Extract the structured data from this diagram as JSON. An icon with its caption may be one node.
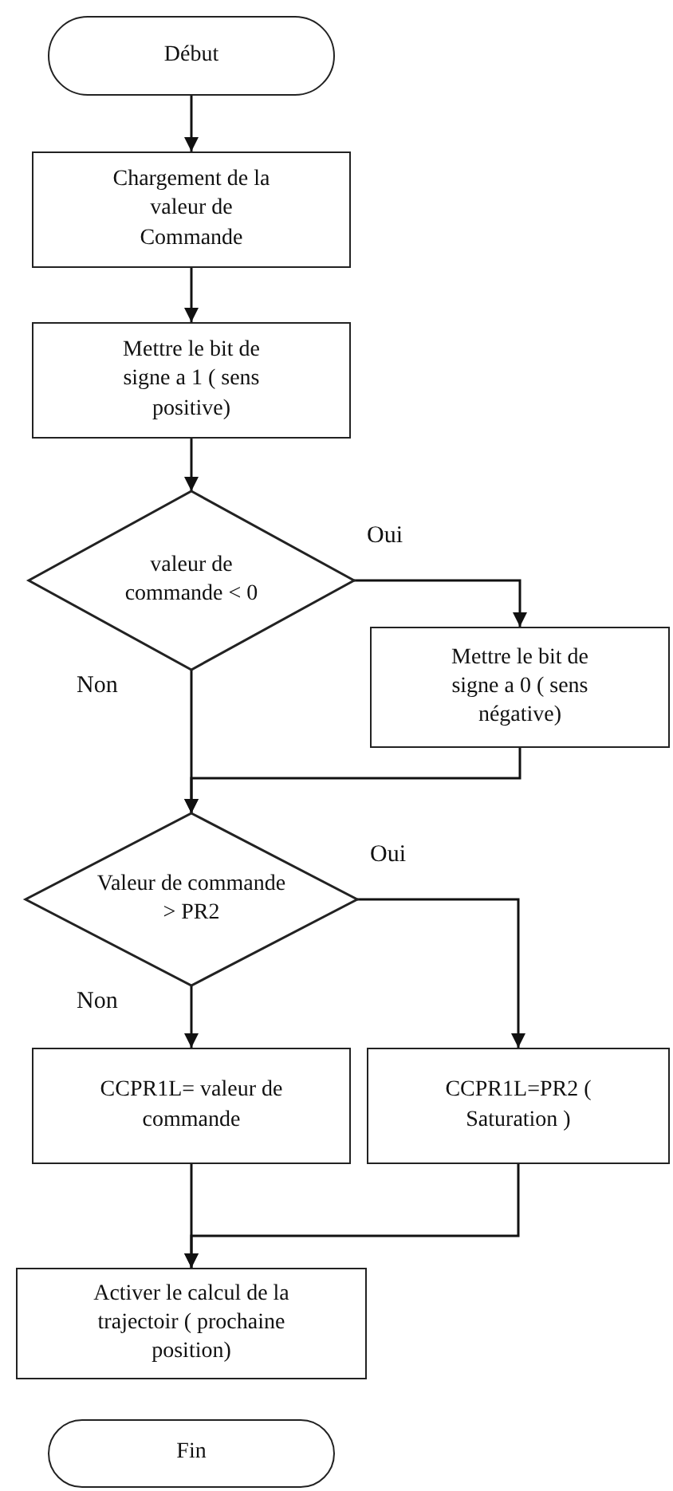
{
  "diagram": {
    "nodes": [
      {
        "text": [
          "Début"
        ]
      },
      {
        "text": [
          "Chargement de la valeur de Commande"
        ]
      },
      {
        "text": [
          "Mettre le bit de signe a 1 ( sens positive)"
        ]
      },
      {
        "text": [
          "valeur de commande < 0"
        ]
      },
      {
        "text": [
          "Mettre le bit de signe a 0 ( sens négative)"
        ]
      },
      {
        "text": [
          "Valeur de commande > PR2"
        ]
      },
      {
        "text": [
          "CCPR1L= valeur de commande"
        ]
      },
      {
        "text": [
          "CCPR1L=PR2 ( Saturation )"
        ]
      },
      {
        "text": [
          "Activer le calcul de la trajectoir ( prochaine position)"
        ]
      },
      {
        "text": [
          "Fin"
        ]
      }
    ],
    "edges": [
      {
        "from": 0,
        "to": 1,
        "arrow": "to"
      },
      {
        "from": 1,
        "to": 2,
        "arrow": "to"
      },
      {
        "from": 2,
        "to": 3,
        "arrow": "to"
      },
      {
        "from": 3,
        "to": 4,
        "arrow": "to",
        "label": "Oui"
      },
      {
        "from": 3,
        "to": 5,
        "arrow": "to",
        "label": "Non"
      },
      {
        "from": 4,
        "to": 5,
        "arrow": "to"
      },
      {
        "from": 5,
        "to": 7,
        "arrow": "to",
        "label": "Oui"
      },
      {
        "from": 5,
        "to": 6,
        "arrow": "to",
        "label": "Non"
      },
      {
        "from": 6,
        "to": 8,
        "arrow": "to"
      },
      {
        "from": 7,
        "to": 8,
        "arrow": "to"
      }
    ]
  }
}
